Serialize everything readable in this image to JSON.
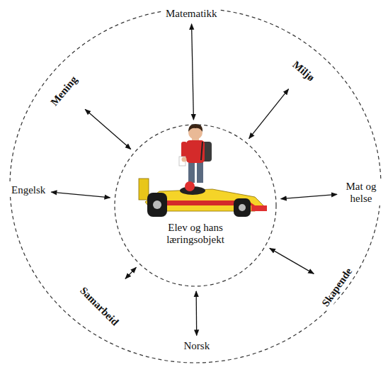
{
  "diagram": {
    "nodes": [
      {
        "text": [
          "Elev og hans læringsobjekt"
        ]
      },
      {
        "text": [
          "Matematikk"
        ]
      },
      {
        "text": [
          "Mening"
        ]
      },
      {
        "text": [
          "Miljø"
        ]
      },
      {
        "text": [
          "Engelsk"
        ]
      },
      {
        "text": [
          "Mat og helse"
        ]
      },
      {
        "text": [
          "Samarbeid"
        ]
      },
      {
        "text": [
          "Skapende"
        ]
      },
      {
        "text": [
          "Norsk"
        ]
      }
    ],
    "edges": [
      {
        "from": 0,
        "to": 1,
        "arrow": "both"
      },
      {
        "from": 0,
        "to": 2,
        "arrow": "both"
      },
      {
        "from": 0,
        "to": 3,
        "arrow": "both"
      },
      {
        "from": 0,
        "to": 4,
        "arrow": "both"
      },
      {
        "from": 0,
        "to": 5,
        "arrow": "both"
      },
      {
        "from": 0,
        "to": 6,
        "arrow": "both"
      },
      {
        "from": 0,
        "to": 7,
        "arrow": "both"
      },
      {
        "from": 0,
        "to": 8,
        "arrow": "both"
      }
    ]
  }
}
